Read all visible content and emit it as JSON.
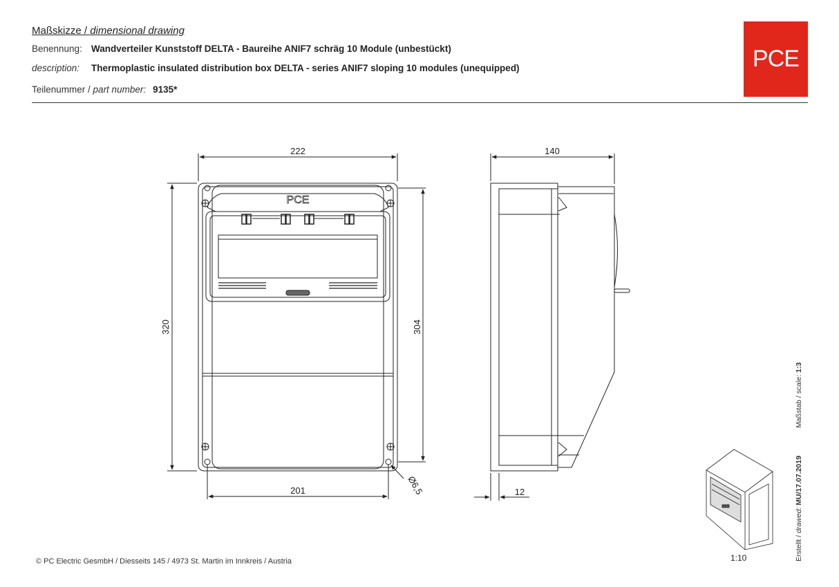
{
  "header": {
    "title_de": "Maßskizze /",
    "title_en": "dimensional drawing",
    "name_label": "Benennung:",
    "name_value": "Wandverteiler Kunststoff DELTA - Baureihe ANIF7 schräg 10 Module (unbestückt)",
    "desc_label": "description:",
    "desc_value": "Thermoplastic insulated distribution box DELTA - series ANIF7 sloping 10 modules (unequipped)",
    "part_label_de": "Teilenummer /",
    "part_label_en": "part number:",
    "part_value": "9135*"
  },
  "logo": {
    "text": "PCE",
    "color": "#e1261c"
  },
  "drawing": {
    "front": {
      "width_top": "222",
      "width_bottom": "201",
      "height_left": "320",
      "height_right": "304",
      "hole_dia": "Ø6,5",
      "emboss": "PCE"
    },
    "side": {
      "depth_top": "140",
      "depth_bottom": "12"
    },
    "iso_scale": "1:10"
  },
  "side_text": {
    "drawn_label_de": "Erstellt /",
    "drawn_label_en": "drawed:",
    "drawn_value": "MU/17.07.2019",
    "scale_label": "Maßstab / scale:",
    "scale_value": "1:3"
  },
  "footer": {
    "copyright": "© PC Electric GesmbH / Diesseits 145 / 4973 St. Martin im Innkreis / Austria"
  }
}
